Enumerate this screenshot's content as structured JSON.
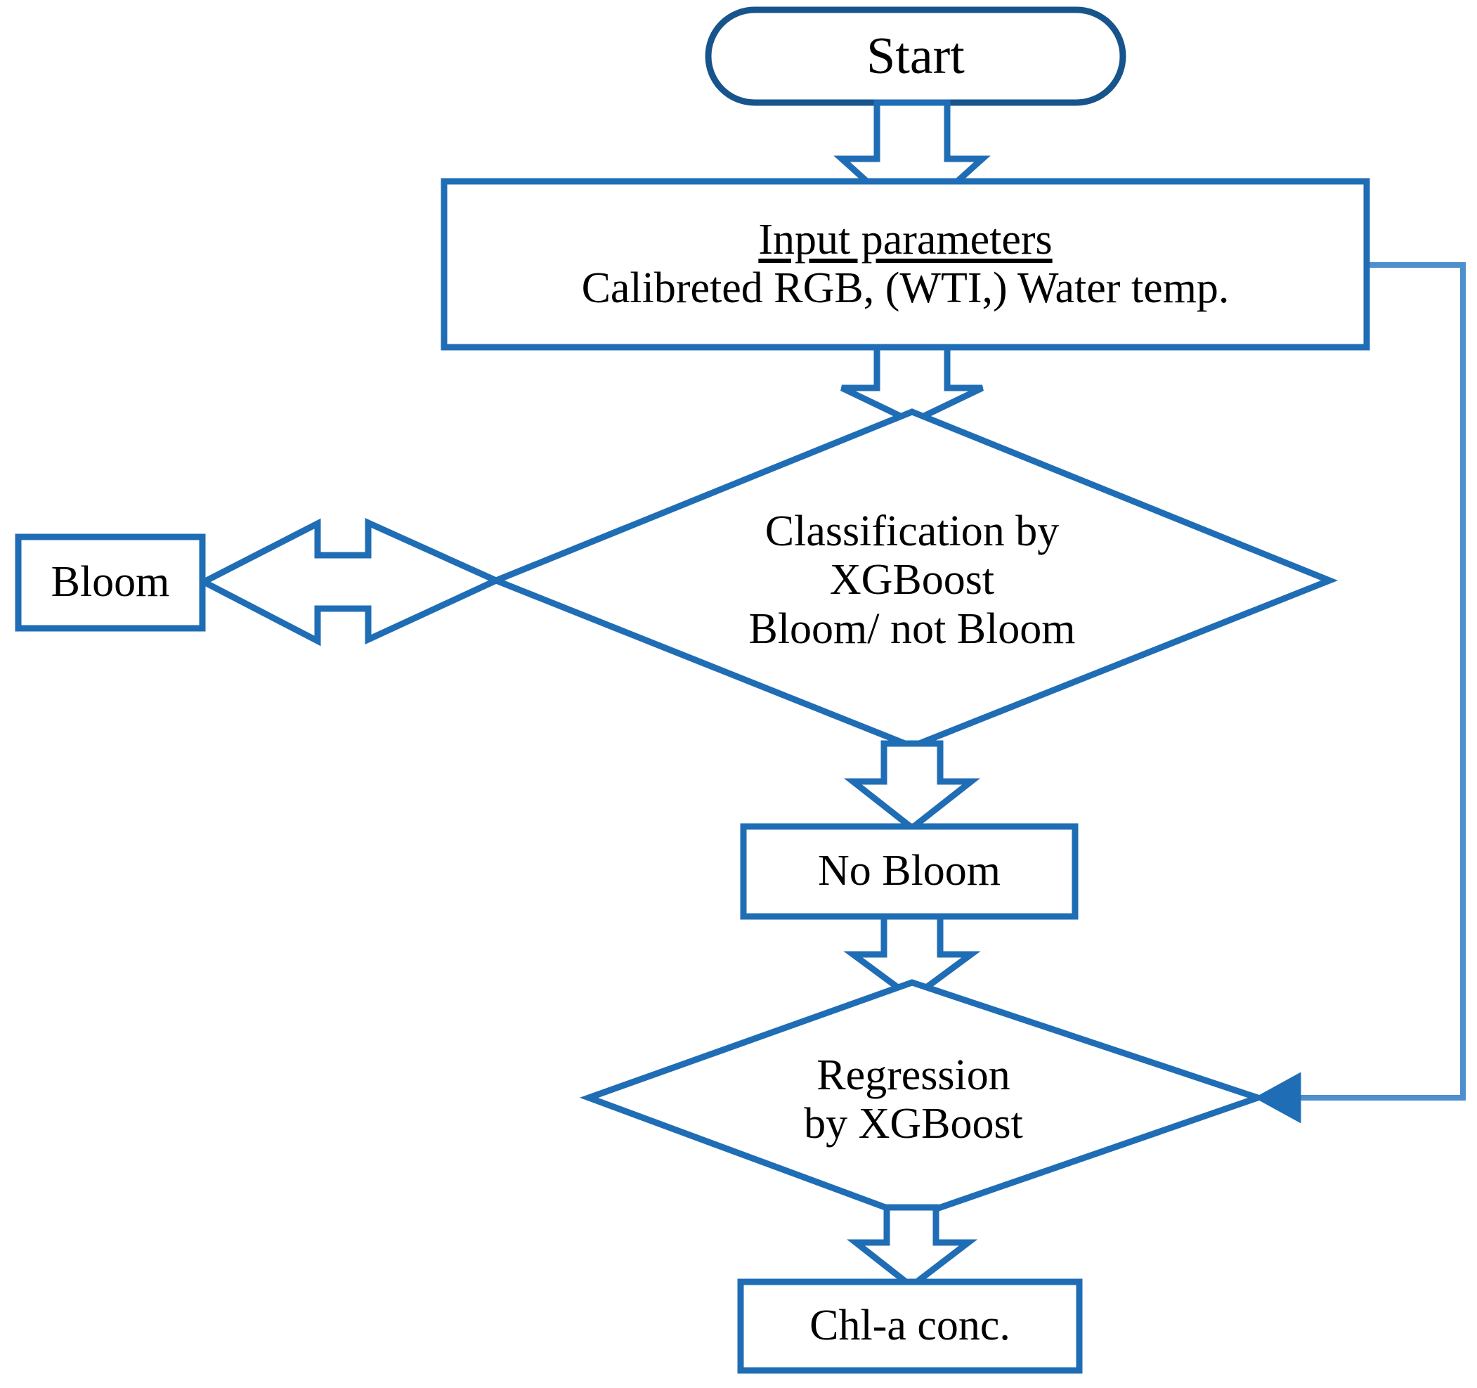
{
  "diagram": {
    "title": "XGBoost bloom classification and chlorophyll-a regression flowchart",
    "type": "flowchart",
    "colors": {
      "stroke": "#1F6DB5",
      "stroke_dark": "#17548C",
      "feedback_line": "#4E8FCC",
      "text": "#000000",
      "fill": "#FFFFFF"
    },
    "nodes": {
      "start": {
        "shape": "terminator",
        "label": "Start"
      },
      "input": {
        "shape": "process",
        "heading": "Input parameters",
        "body": "Calibreted RGB, (WTI,) Water temp."
      },
      "classification": {
        "shape": "decision",
        "line1": "Classification by",
        "line2": "XGBoost",
        "line3": "Bloom/ not Bloom"
      },
      "bloom": {
        "shape": "process",
        "label": "Bloom"
      },
      "no_bloom": {
        "shape": "process",
        "label": "No Bloom"
      },
      "regression": {
        "shape": "decision",
        "line1": "Regression",
        "line2": "by XGBoost"
      },
      "chl_a": {
        "shape": "process",
        "label": "Chl-a conc."
      }
    },
    "edges": [
      {
        "id": "start-to-input",
        "from": "start",
        "to": "input",
        "style": "block-arrow",
        "direction": "down"
      },
      {
        "id": "input-to-classification",
        "from": "input",
        "to": "classification",
        "style": "block-arrow",
        "direction": "down"
      },
      {
        "id": "classification-to-bloom",
        "from": "classification",
        "to": "bloom",
        "style": "block-arrow",
        "direction": "left"
      },
      {
        "id": "classification-to-nobloom",
        "from": "classification",
        "to": "no_bloom",
        "style": "block-arrow",
        "direction": "down"
      },
      {
        "id": "nobloom-to-regression",
        "from": "no_bloom",
        "to": "regression",
        "style": "block-arrow",
        "direction": "down"
      },
      {
        "id": "regression-to-chla",
        "from": "regression",
        "to": "chl_a",
        "style": "block-arrow",
        "direction": "down"
      },
      {
        "id": "input-to-regression",
        "from": "input",
        "to": "regression",
        "style": "feedback-line",
        "direction": "right-down-left"
      }
    ]
  }
}
